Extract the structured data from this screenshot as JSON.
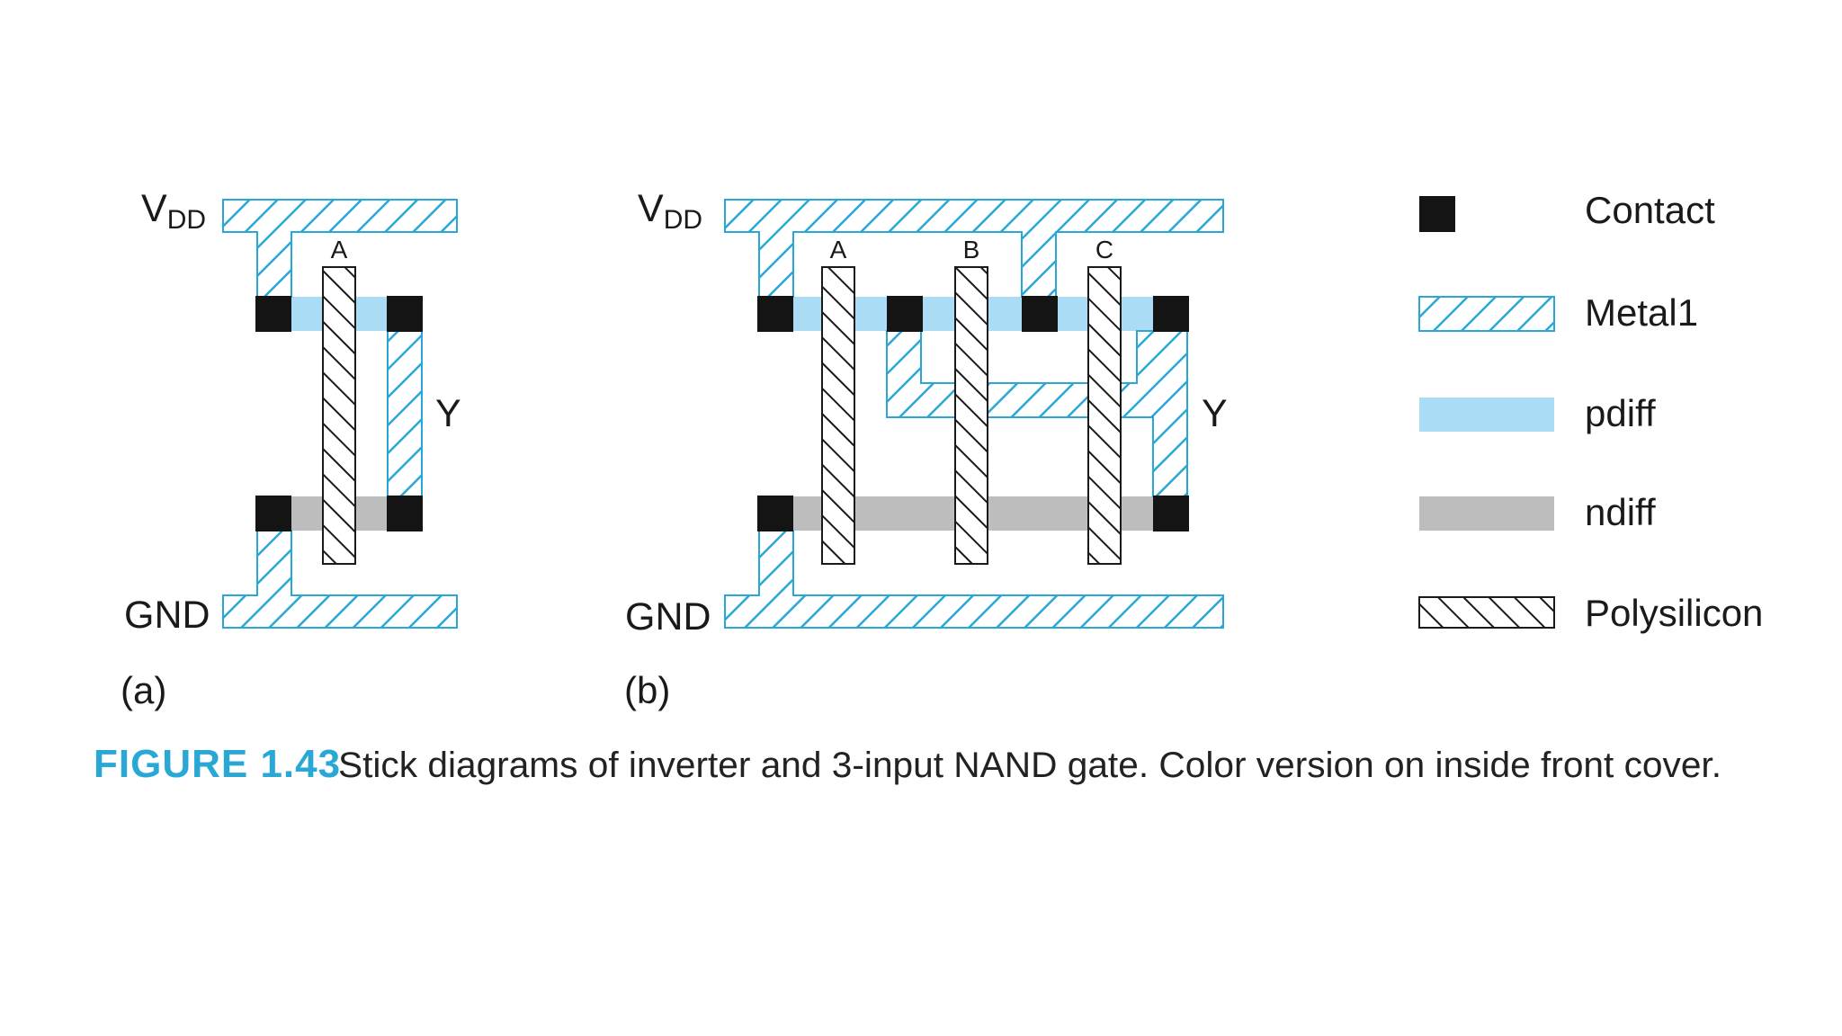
{
  "colors": {
    "metal1_hatch": "#29a8d6",
    "pdiff": "#aadcf5",
    "ndiff": "#bdbdbd",
    "contact": "#141414",
    "poly_hatch": "#1a1a1a",
    "caption_accent": "#29a8d6"
  },
  "diagram_a": {
    "vdd": "V",
    "vdd_sub": "DD",
    "gnd": "GND",
    "input": "A",
    "output": "Y",
    "panel_label": "(a)"
  },
  "diagram_b": {
    "vdd": "V",
    "vdd_sub": "DD",
    "gnd": "GND",
    "inputs": [
      "A",
      "B",
      "C"
    ],
    "output": "Y",
    "panel_label": "(b)"
  },
  "legend": {
    "items": [
      {
        "key": "contact",
        "label": "Contact"
      },
      {
        "key": "metal1",
        "label": "Metal1"
      },
      {
        "key": "pdiff",
        "label": "pdiff"
      },
      {
        "key": "ndiff",
        "label": "ndiff"
      },
      {
        "key": "poly",
        "label": "Polysilicon"
      }
    ]
  },
  "caption": {
    "number": "FIGURE 1.43",
    "text": "Stick diagrams of inverter and 3-input NAND gate. Color version on inside front cover."
  }
}
